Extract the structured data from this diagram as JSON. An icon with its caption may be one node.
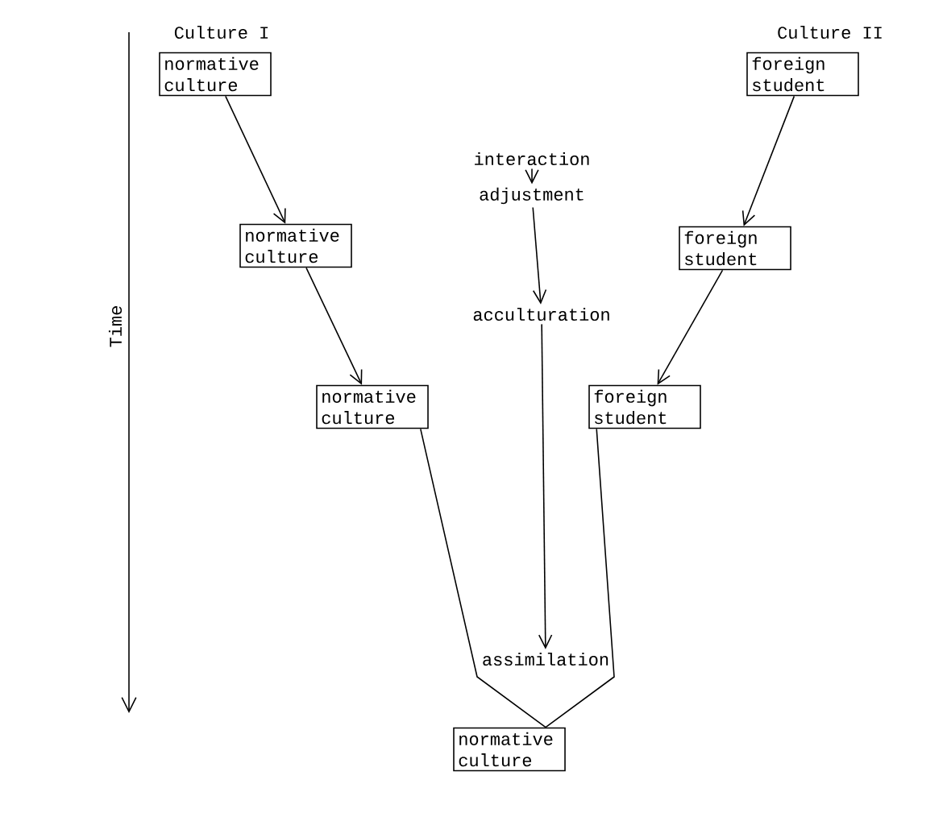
{
  "diagram": {
    "nodes": [
      {
        "text": [
          "normative culture"
        ]
      },
      {
        "text": [
          "foreign student"
        ]
      },
      {
        "text": [
          "normative culture"
        ]
      },
      {
        "text": [
          "foreign student"
        ]
      },
      {
        "text": [
          "normative culture"
        ]
      },
      {
        "text": [
          "foreign student"
        ]
      },
      {
        "text": [
          "normative culture"
        ]
      },
      {
        "text": [
          "interaction"
        ]
      },
      {
        "text": [
          "adjustment"
        ]
      },
      {
        "text": [
          "acculturation"
        ]
      },
      {
        "text": [
          "assimilation"
        ]
      }
    ],
    "edges": [
      {
        "from": 0,
        "to": 2,
        "arrow": "to"
      },
      {
        "from": 2,
        "to": 4,
        "arrow": "to"
      },
      {
        "from": 1,
        "to": 3,
        "arrow": "to"
      },
      {
        "from": 3,
        "to": 5,
        "arrow": "to"
      },
      {
        "from": 4,
        "to": 6,
        "arrow": "none"
      },
      {
        "from": 5,
        "to": 6,
        "arrow": "none"
      },
      {
        "from": 7,
        "to": 8,
        "arrow": "to"
      },
      {
        "from": 8,
        "to": 9,
        "arrow": "to"
      },
      {
        "from": 9,
        "to": 10,
        "arrow": "to"
      }
    ],
    "labels": [
      "Culture I",
      "Culture II",
      "Time"
    ]
  }
}
